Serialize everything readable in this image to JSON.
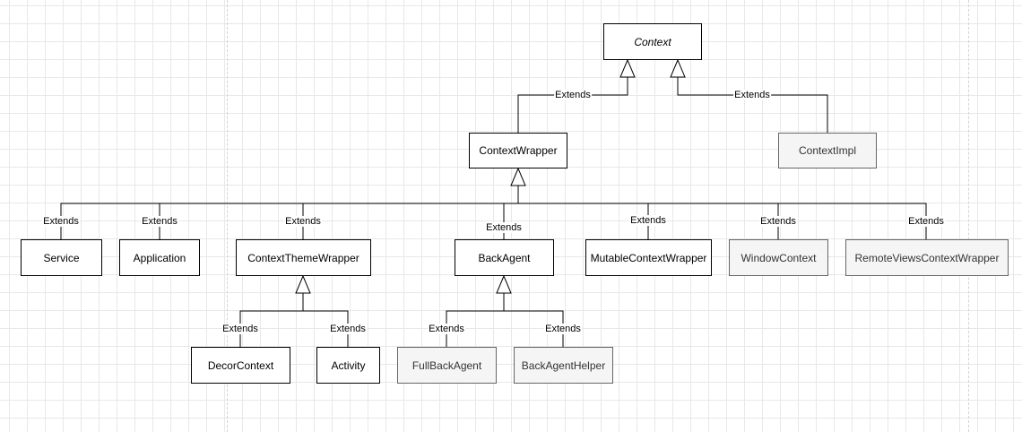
{
  "nodes": {
    "context": "Context",
    "context_wrapper": "ContextWrapper",
    "context_impl": "ContextImpl",
    "service": "Service",
    "application": "Application",
    "context_theme_wrapper": "ContextThemeWrapper",
    "back_agent": "BackAgent",
    "mutable_context_wrapper": "MutableContextWrapper",
    "window_context": "WindowContext",
    "remote_views_context_wrapper": "RemoteViewsContextWrapper",
    "decor_context": "DecorContext",
    "activity": "Activity",
    "full_back_agent": "FullBackAgent",
    "back_agent_helper": "BackAgentHelper"
  },
  "edge_label": "Extends"
}
